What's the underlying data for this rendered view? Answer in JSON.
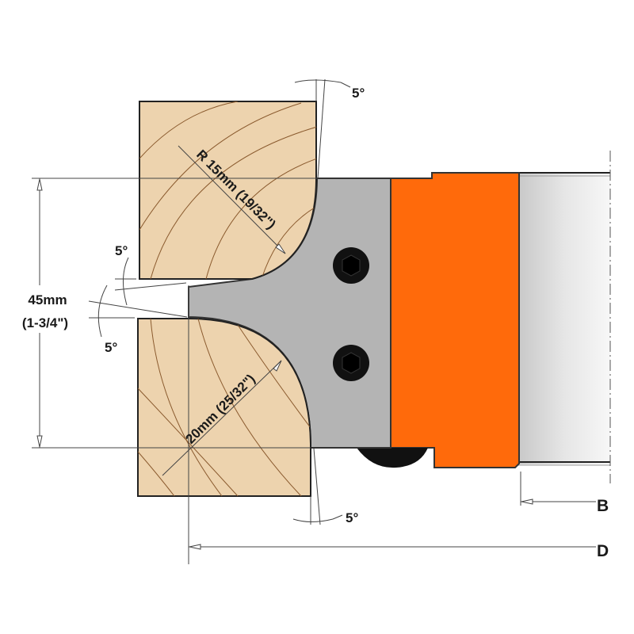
{
  "labels": {
    "top_angle": "5°",
    "bottom_angle": "5°",
    "left_angle_upper": "5°",
    "left_angle_lower": "5°",
    "height_mm": "45mm",
    "height_in": "(1-3/4\")",
    "upper_radius": "R 15mm (19/32\")",
    "lower_radius": "20mm (25/32\")",
    "dim_b": "B",
    "dim_d": "D"
  },
  "colors": {
    "wood": "#edd3ae",
    "cutter": "#b4b4b4",
    "body": "#ff6a0b",
    "screw": "#111111"
  }
}
